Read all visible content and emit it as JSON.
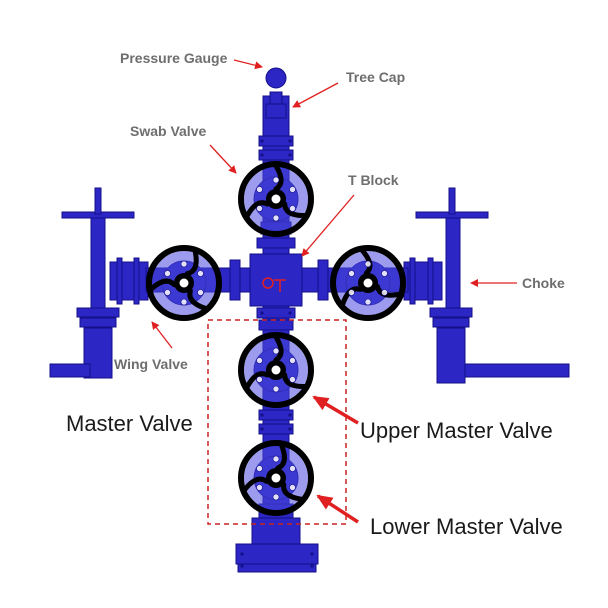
{
  "labels": {
    "pressure_gauge": "Pressure Gauge",
    "tree_cap": "Tree Cap",
    "swab_valve": "Swab Valve",
    "t_block": "T Block",
    "choke": "Choke",
    "wing_valve": "Wing Valve",
    "master_valve": "Master Valve",
    "upper_master_valve": "Upper Master Valve",
    "lower_master_valve": "Lower Master Valve"
  },
  "colors": {
    "body": "#2b26c4",
    "body_dark": "#15108a",
    "body_light": "#4a48e0",
    "handwheel": "#000000",
    "callout_arrow": "#e02020",
    "bracket": "#cc2222"
  }
}
